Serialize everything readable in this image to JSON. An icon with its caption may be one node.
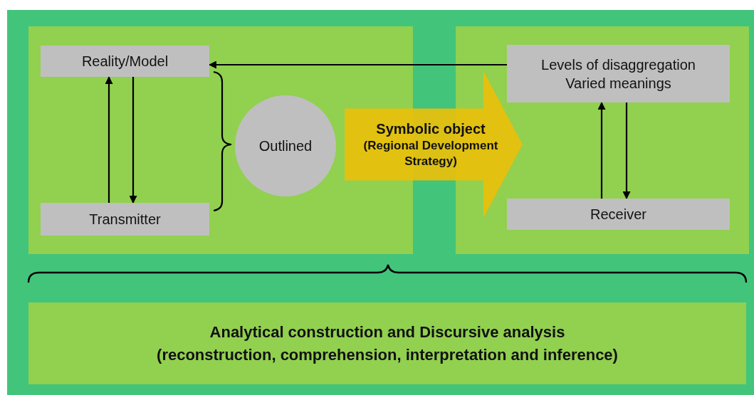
{
  "diagram": {
    "nodes": [
      {
        "text": [],
        "shape": "box"
      },
      {
        "text": [
          "Reality/Model"
        ],
        "in": 0
      },
      {
        "text": [
          "Transmitter"
        ],
        "in": 0
      },
      {
        "text": [
          "Outlined"
        ],
        "in": 0
      },
      {
        "text": [
          "Symbolic object",
          "(Regional Development Strategy)"
        ]
      },
      {
        "text": [],
        "shape": "box"
      },
      {
        "text": [
          "Levels of disaggregation",
          "Varied meanings"
        ],
        "in": 5
      },
      {
        "text": [
          "Receiver"
        ],
        "in": 5
      },
      {
        "text": [
          "Analytical construction and Discursive analysis",
          "(reconstruction, comprehension, interpretation and inference)"
        ]
      }
    ],
    "edges": [
      {
        "from": 6,
        "to": 1,
        "arrow": "to"
      },
      {
        "from": 2,
        "to": 1,
        "arrow": "to"
      },
      {
        "from": 1,
        "to": 2,
        "arrow": "to"
      },
      {
        "from": 7,
        "to": 6,
        "arrow": "to"
      },
      {
        "from": 6,
        "to": 7,
        "arrow": "to"
      }
    ]
  }
}
